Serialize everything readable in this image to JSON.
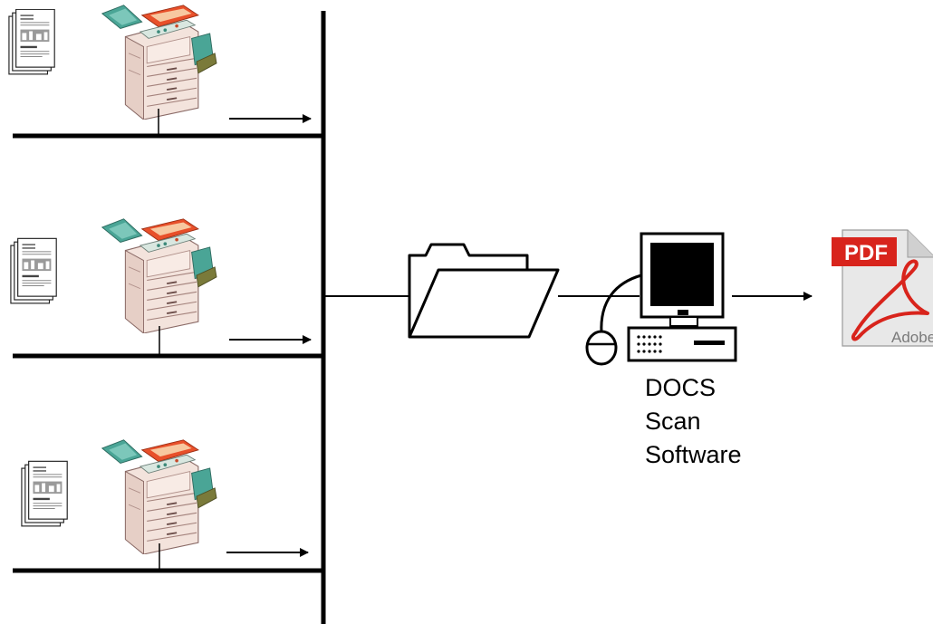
{
  "software": {
    "lines": [
      "DOCS",
      "Scan",
      "Software"
    ]
  },
  "pdf_icon": {
    "badge_text": "PDF",
    "brand_text": "Adobe"
  },
  "colors": {
    "line": "#000000",
    "pdf_red": "#d8241c",
    "copier_body": "#f3e3dc",
    "copier_top": "#e8502a",
    "copier_green": "#4aa596",
    "copier_olive": "#7a7a3a"
  },
  "icons": {
    "document_stack": "document-stack-icon",
    "copier": "copier-icon",
    "folder": "folder-icon",
    "computer": "computer-icon",
    "mouse": "mouse-icon",
    "pdf": "pdf-file-icon"
  }
}
